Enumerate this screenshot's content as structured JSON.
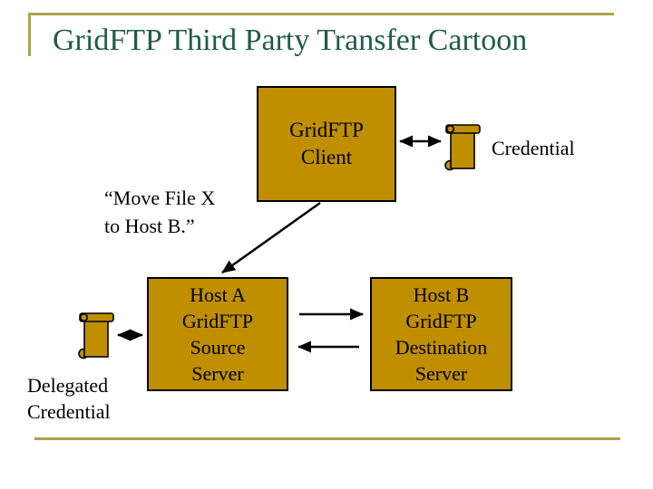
{
  "slide": {
    "title": "GridFTP Third Party Transfer Cartoon"
  },
  "diagram": {
    "client_box": {
      "label": "GridFTP\nClient"
    },
    "credential": {
      "label": "Credential"
    },
    "command_note": {
      "label": "“Move File X\nto Host B.”"
    },
    "host_a_box": {
      "label": "Host A\nGridFTP\nSource\nServer"
    },
    "host_b_box": {
      "label": "Host B\nGridFTP\nDestination\nServer"
    },
    "delegated_credential": {
      "label": "Delegated\nCredential"
    },
    "icons": {
      "credential": "scroll-icon",
      "delegated_credential": "scroll-icon"
    },
    "connections": [
      {
        "from": "gridftp_client",
        "to": "credential",
        "style": "double-headed"
      },
      {
        "from": "gridftp_client",
        "to": "host_a",
        "style": "single"
      },
      {
        "from": "host_a",
        "to": "host_b",
        "style": "single"
      },
      {
        "from": "host_b",
        "to": "host_a",
        "style": "single"
      },
      {
        "from": "delegated_credential",
        "to": "host_a",
        "style": "double-headed"
      }
    ]
  },
  "colors": {
    "box_fill": "#BF8F00",
    "accent_line": "#B2A14B",
    "title_text": "#1F5C4A",
    "arrow": "#000000",
    "background": "#FFFFFF"
  }
}
